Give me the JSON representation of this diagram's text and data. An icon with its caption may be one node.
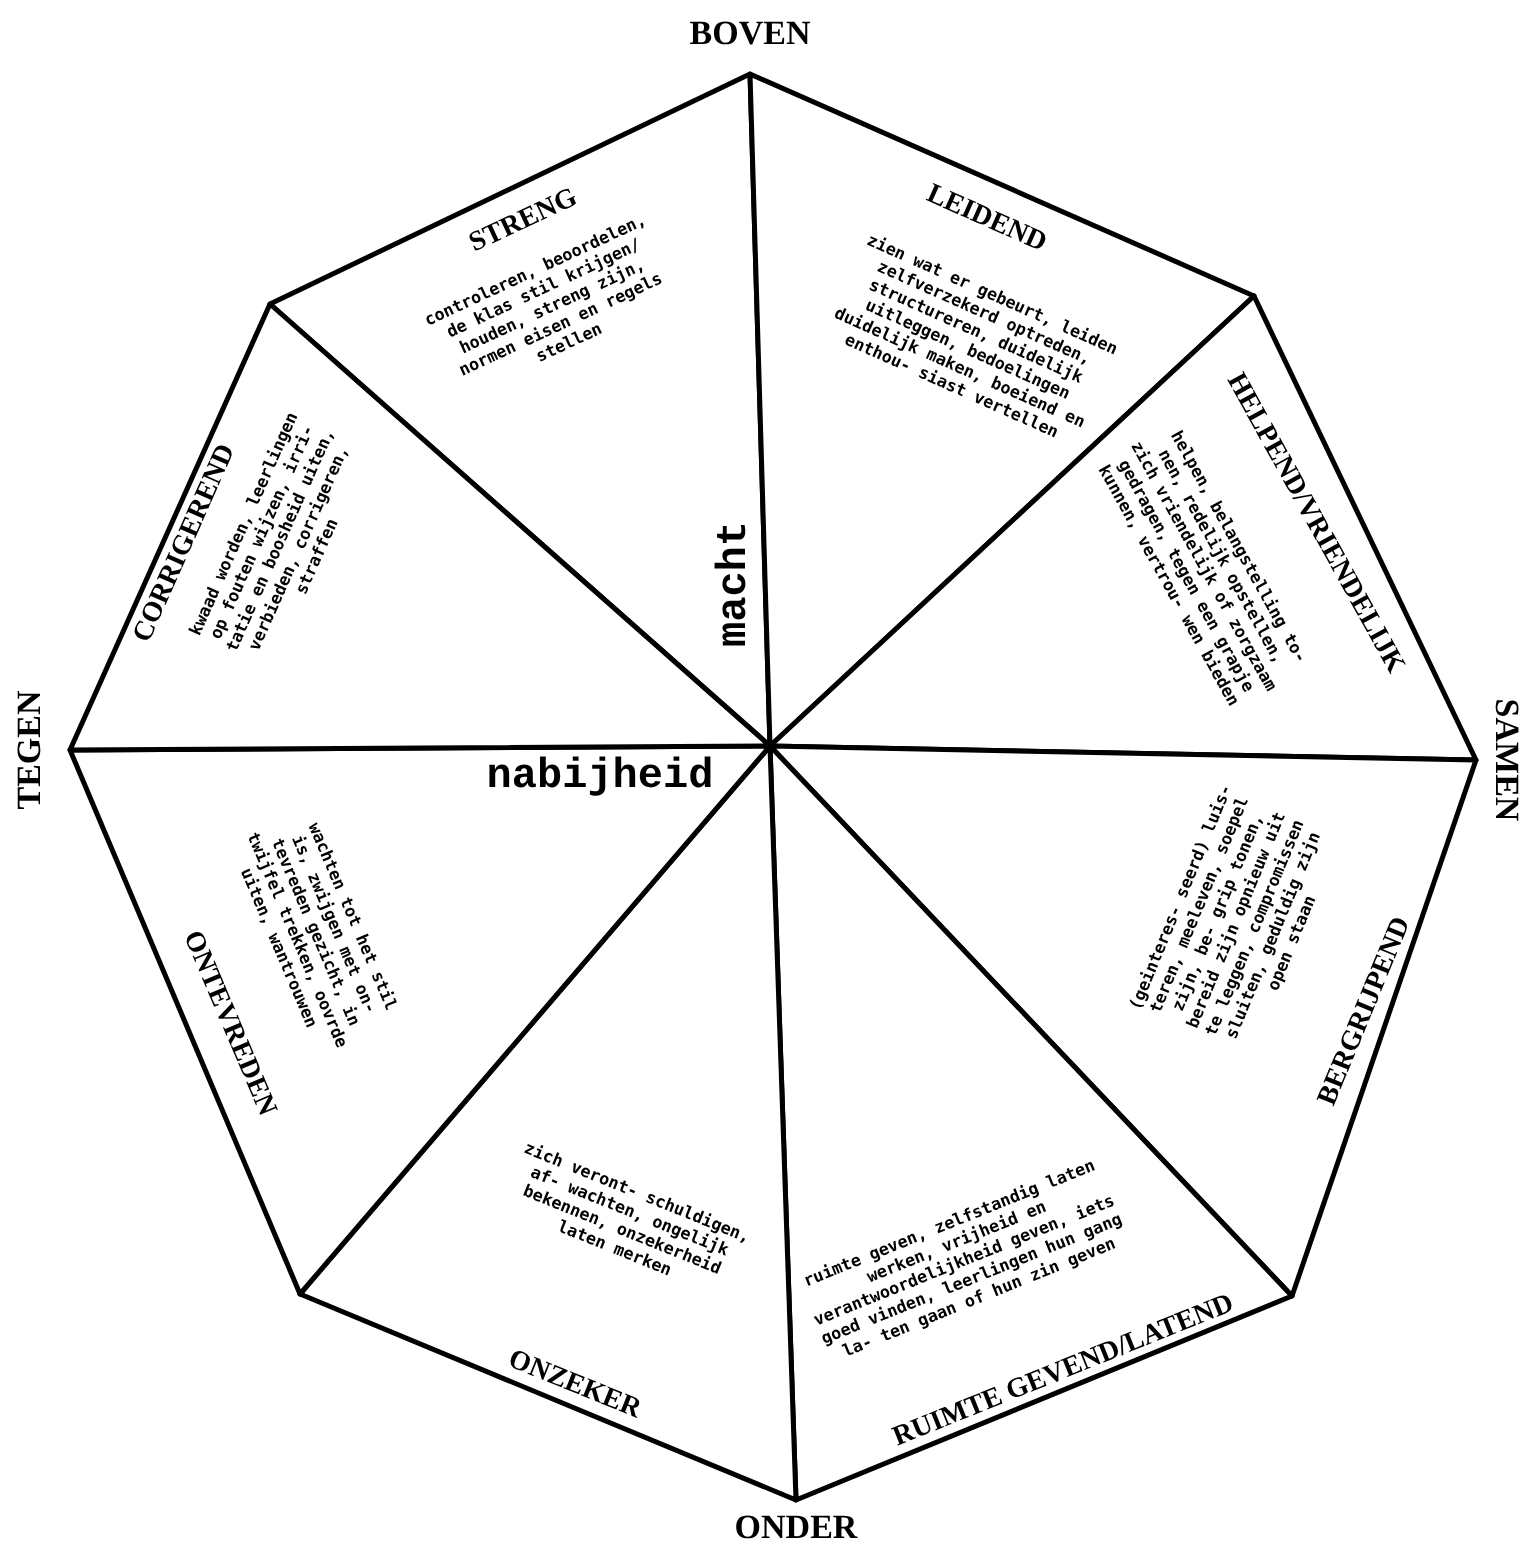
{
  "diagram": {
    "nodes": [
      {
        "text": [
          "STRENG",
          "controleren, beoordelen, de klas stil krijgen/ houden, streng zijn, normen eisen en regels stellen"
        ]
      },
      {
        "text": [
          "LEIDEND",
          "zien wat er gebeurt, leiden zelfverzekerd optreden, structureren, duidelijk uitleggen, bedoelingen duidelijk maken, boeiend en enthou- siast vertellen"
        ]
      },
      {
        "text": [
          "HELPEND/VRIENDELIJK",
          "helpen, belangstelling to- nen, redelijk opstellen, zich vriendelijk of zorgzaam gedragen, tegen een grapje kunnen, vertrou- wen bieden"
        ]
      },
      {
        "text": [
          "BERGRIJPEND",
          "(geinteres- seerd) luis- teren, meeleven, soepel zijn, be- grip tonen, bereid zijn opnieuw uit te leggen, compromissen sluiten, geduldig zijn open staan"
        ]
      },
      {
        "text": [
          "RUIMTE GEVEND/LATEND",
          "ruimte geven, zelfstandig laten werken, vrijheid en verantwoordelijkheid geven, iets goed vinden, leerlingen hun gang la- ten gaan of hun zin geven"
        ]
      },
      {
        "text": [
          "ONZEKER",
          "zich veront- schuldigen, af- wachten, ongelijk bekennen, onzekerheid laten merken"
        ]
      },
      {
        "text": [
          "ONTEVREDEN",
          "wachten tot het stil is, zwijgen met on- tevreden gezicht, in twijfel trekken, oovrde uiten, wantrouwen"
        ]
      },
      {
        "text": [
          "CORRIGEREND",
          "kwaad worden, leerlingen op fouten wijzen, irri- tatie en boosheid uiten, verbieden, corrigeren, straffen"
        ]
      }
    ],
    "labels": [
      "BOVEN",
      "SAMEN",
      "ONDER",
      "TEGEN",
      "macht",
      "nabijheid"
    ]
  }
}
